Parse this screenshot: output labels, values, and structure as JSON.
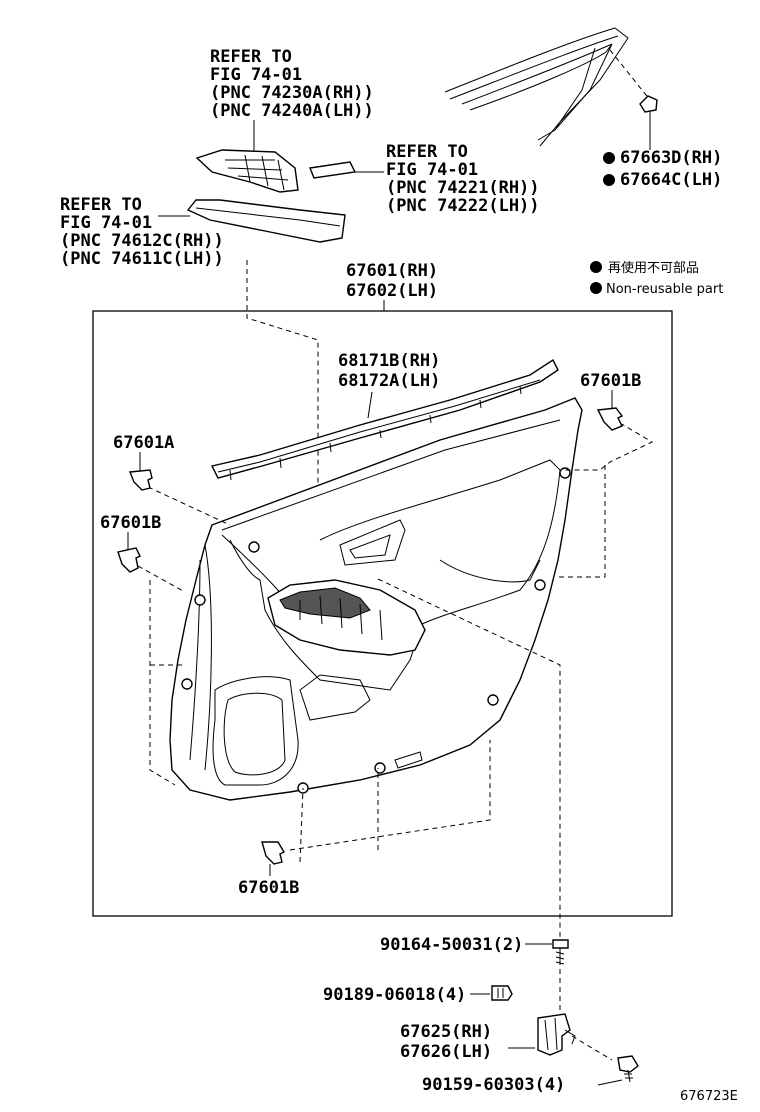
{
  "refs": {
    "switch_base": [
      "REFER TO",
      "FIG 74-01",
      "(PNC 74230A(RH))",
      "(PNC 74240A(LH))"
    ],
    "switch_cover": [
      "REFER TO",
      "FIG 74-01",
      "(PNC 74221(RH))",
      "(PNC 74222(LH))"
    ],
    "armrest": [
      "REFER TO",
      "FIG 74-01",
      "(PNC 74612C(RH))",
      "(PNC 74611C(LH))"
    ]
  },
  "parts": {
    "clip_67663": [
      "67663D(RH)",
      "67664C(LH)"
    ],
    "trim_board": [
      "67601(RH)",
      "67602(LH)"
    ],
    "weatherstrip": [
      "68171B(RH)",
      "68172A(LH)"
    ],
    "clip_a": "67601A",
    "clip_b_top_right": "67601B",
    "clip_b_left": "67601B",
    "clip_b_bottom": "67601B",
    "screw": "90164-50031(2)",
    "nut": "90189-06018(4)",
    "bracket": [
      "67625(RH)",
      "67626(LH)"
    ],
    "bolt": "90159-60303(4)"
  },
  "legend": {
    "items": [
      "再使用不可部品",
      "Non-reusable part"
    ]
  },
  "figure_id": "676723E"
}
